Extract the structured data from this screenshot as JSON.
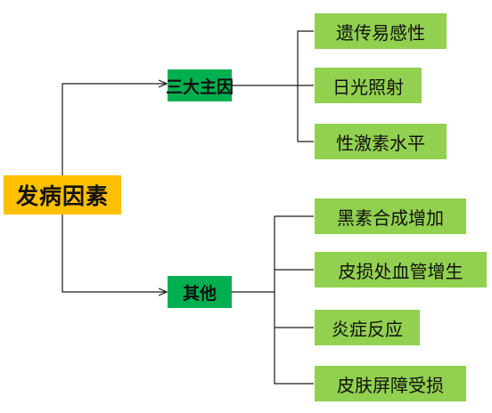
{
  "root": {
    "label": "发病因素",
    "color": "#FFC000"
  },
  "branches": [
    {
      "label": "三大主因",
      "color": "#00B050",
      "children": [
        "遗传易感性",
        "日光照射",
        "性激素水平"
      ]
    },
    {
      "label": "其他",
      "color": "#00B050",
      "children": [
        "黑素合成增加",
        "皮损处血管增生",
        "炎症反应",
        "皮肤屏障受损"
      ]
    }
  ],
  "leaf_color": "#92D050",
  "line_color": "#1a1a1a"
}
